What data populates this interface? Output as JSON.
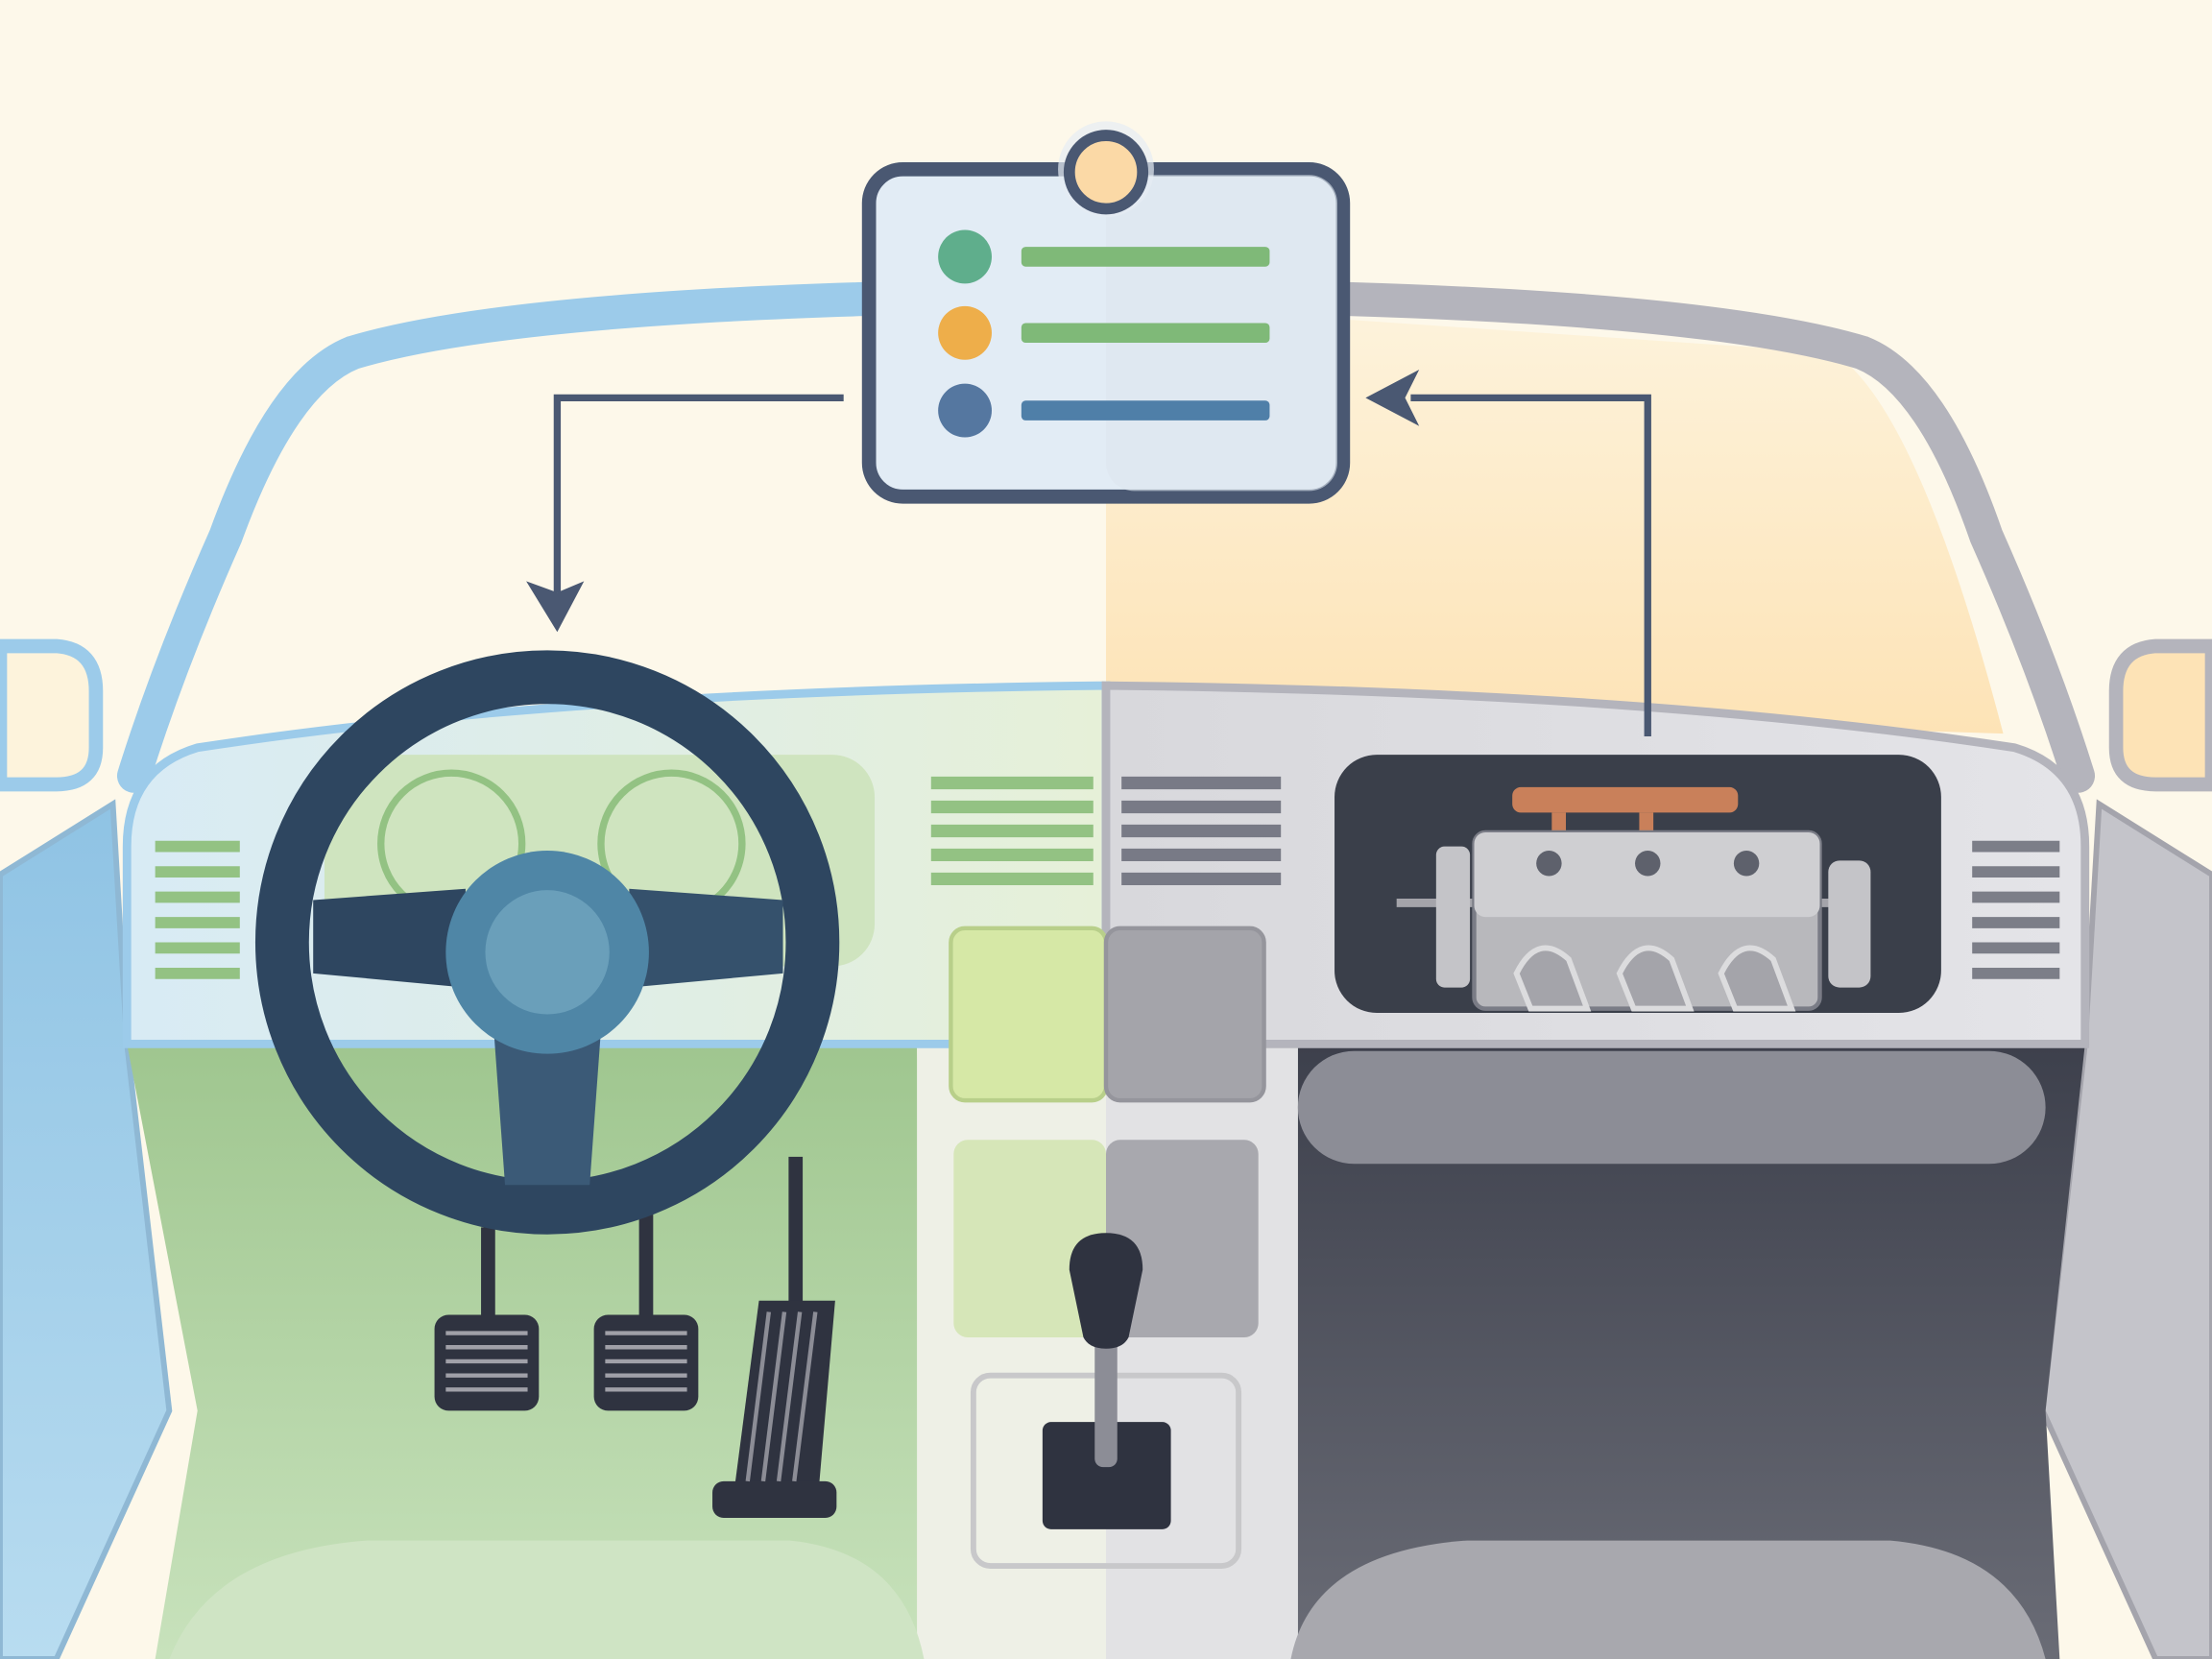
{
  "illustration": {
    "colors": {
      "background": "#fdf8ea",
      "warm_glow": "#fde6bd",
      "frame_blue": "#9ccbea",
      "frame_gray": "#b4b4bc",
      "outline": "#4a5872",
      "wheel": "#2e4660",
      "hub": "#4f86a6",
      "green": "#8fbf7e",
      "orange": "#eeae4a",
      "dash_gray": "#8c8d96",
      "dark": "#2f3340",
      "copper": "#c9805a"
    },
    "info_panel": {
      "items": [
        {
          "icon": "status-dot-green",
          "color": "#5fae8c"
        },
        {
          "icon": "status-dot-orange",
          "color": "#eeae4a"
        },
        {
          "icon": "status-dot-blue",
          "color": "#5577a0"
        }
      ]
    },
    "icons": [
      "steering-wheel-icon",
      "engine-icon",
      "pedal-icon",
      "gear-shift-icon",
      "info-panel-icon",
      "arrow-icon"
    ]
  }
}
